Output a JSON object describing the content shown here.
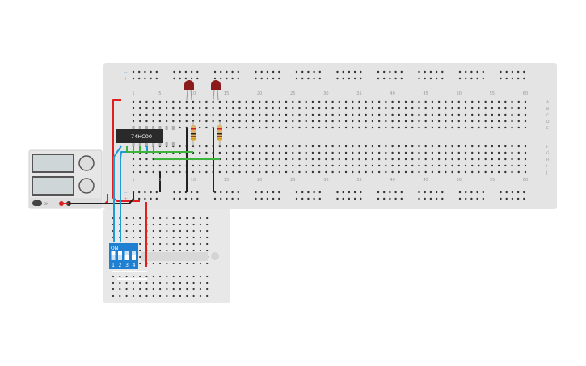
{
  "breadboard": {
    "column_numbers": [
      "1",
      "5",
      "10",
      "15",
      "20",
      "25",
      "30",
      "35",
      "40",
      "45",
      "50",
      "55",
      "60"
    ],
    "row_letters_top": [
      "A",
      "B",
      "C",
      "D",
      "E"
    ],
    "row_letters_bottom": [
      "F",
      "G",
      "H",
      "I",
      "J"
    ],
    "rail_minus": "−",
    "rail_plus": "+"
  },
  "chip": {
    "label": "74HC00"
  },
  "dip_switch": {
    "on_label": "ON",
    "switch_labels": [
      "1",
      "2",
      "3",
      "4"
    ]
  },
  "power_supply": {
    "switch_label": "ON"
  },
  "colors": {
    "board": "#e4e4e4",
    "wire_red": "#e0201f",
    "wire_blue": "#1e9ad6",
    "wire_green": "#3cb33c",
    "wire_black": "#222222",
    "led": "#8b1a1a",
    "dip": "#1f7fd1",
    "chip": "#2a2a2a"
  }
}
